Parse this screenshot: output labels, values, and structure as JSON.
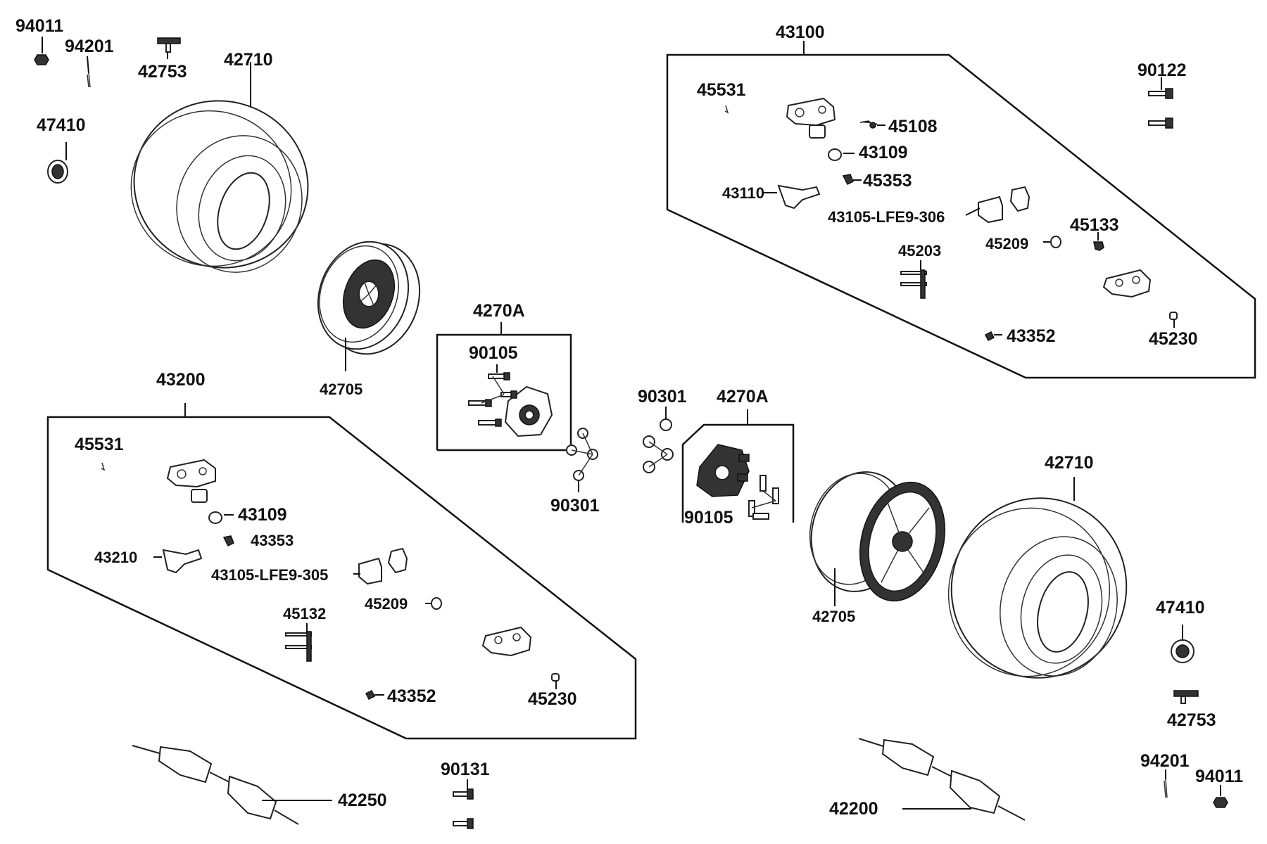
{
  "labels": {
    "nut_tl": "94011",
    "pin_tl": "94201",
    "valve_tl": "42753",
    "tire_tl": "42710",
    "cap_tl": "47410",
    "rim_tl": "42705",
    "kit_tr": "43100",
    "tr_45531": "45531",
    "tr_45108": "45108",
    "tr_43109": "43109",
    "tr_45353": "45353",
    "tr_43110": "43110",
    "tr_pads": "43105-LFE9-306",
    "tr_45133": "45133",
    "tr_45203": "45203",
    "tr_45209": "45209",
    "tr_43352": "43352",
    "tr_45230": "45230",
    "bolt_tr": "90122",
    "hub_l_group": "4270A",
    "hub_l_bolts": "90105",
    "kit_bl": "43200",
    "bl_45531": "45531",
    "bl_43109": "43109",
    "bl_43353": "43353",
    "bl_43210": "43210",
    "bl_pads": "43105-LFE9-305",
    "bl_45209": "45209",
    "bl_45132": "45132",
    "bl_43352": "43352",
    "bl_45230": "45230",
    "nut_mid_top": "90301",
    "nut_mid_bot": "90301",
    "hub_r_group": "4270A",
    "hub_r_bolts": "90105",
    "tire_br": "42710",
    "rim_br": "42705",
    "cap_br": "47410",
    "valve_br": "42753",
    "pin_br": "94201",
    "nut_br": "94011",
    "bolt_bl": "90131",
    "axle_l": "42250",
    "axle_r": "42200"
  }
}
